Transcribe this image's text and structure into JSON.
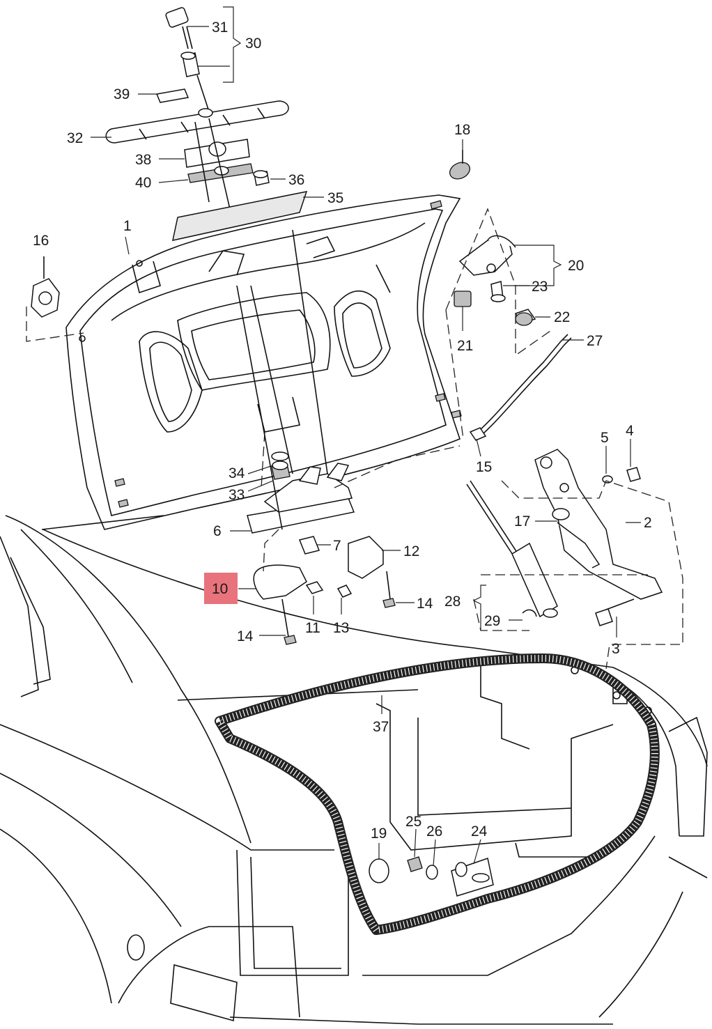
{
  "highlight_color": "#e8737c",
  "callouts": [
    {
      "id": "c1",
      "text": "1"
    },
    {
      "id": "c2",
      "text": "2"
    },
    {
      "id": "c3",
      "text": "3"
    },
    {
      "id": "c4",
      "text": "4"
    },
    {
      "id": "c5",
      "text": "5"
    },
    {
      "id": "c6",
      "text": "6"
    },
    {
      "id": "c7",
      "text": "7"
    },
    {
      "id": "c10",
      "text": "10",
      "highlighted": true
    },
    {
      "id": "c11",
      "text": "11"
    },
    {
      "id": "c12",
      "text": "12"
    },
    {
      "id": "c13",
      "text": "13"
    },
    {
      "id": "c14a",
      "text": "14"
    },
    {
      "id": "c14b",
      "text": "14"
    },
    {
      "id": "c15",
      "text": "15"
    },
    {
      "id": "c16",
      "text": "16"
    },
    {
      "id": "c17",
      "text": "17"
    },
    {
      "id": "c18",
      "text": "18"
    },
    {
      "id": "c19",
      "text": "19"
    },
    {
      "id": "c20",
      "text": "20"
    },
    {
      "id": "c21",
      "text": "21"
    },
    {
      "id": "c22",
      "text": "22"
    },
    {
      "id": "c23",
      "text": "23"
    },
    {
      "id": "c24",
      "text": "24"
    },
    {
      "id": "c25",
      "text": "25"
    },
    {
      "id": "c26",
      "text": "26"
    },
    {
      "id": "c27",
      "text": "27"
    },
    {
      "id": "c28",
      "text": "28"
    },
    {
      "id": "c29",
      "text": "29"
    },
    {
      "id": "c30",
      "text": "30"
    },
    {
      "id": "c31",
      "text": "31"
    },
    {
      "id": "c32",
      "text": "32"
    },
    {
      "id": "c33",
      "text": "33"
    },
    {
      "id": "c34",
      "text": "34"
    },
    {
      "id": "c35",
      "text": "35"
    },
    {
      "id": "c36",
      "text": "36"
    },
    {
      "id": "c37",
      "text": "37"
    },
    {
      "id": "c38",
      "text": "38"
    },
    {
      "id": "c39",
      "text": "39"
    },
    {
      "id": "c40",
      "text": "40"
    }
  ]
}
